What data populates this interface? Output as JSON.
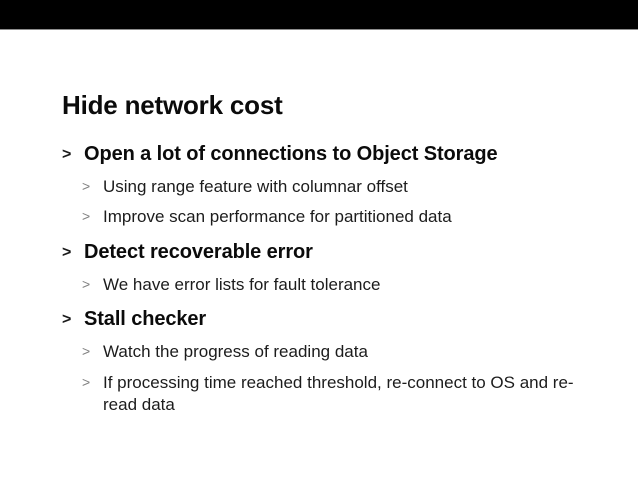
{
  "slide": {
    "title": "Hide network cost",
    "marker_l1": ">",
    "marker_l2": ">",
    "colors": {
      "background": "#ffffff",
      "topbar": "#000000",
      "topbar_rule": "#8d8d8d",
      "text": "#0b0b0b",
      "subtext": "#1c1c1c",
      "submarker": "#808080"
    },
    "bullets": [
      {
        "text": "Open a lot of connections to Object Storage",
        "children": [
          {
            "text": "Using range feature with columnar offset"
          },
          {
            "text": "Improve scan performance for partitioned data"
          }
        ]
      },
      {
        "text": "Detect recoverable error",
        "children": [
          {
            "text": "We have error lists for fault tolerance"
          }
        ]
      },
      {
        "text": "Stall checker",
        "children": [
          {
            "text": "Watch the progress of reading data"
          },
          {
            "text": "If processing time reached threshold, re-connect to OS and re-read data"
          }
        ]
      }
    ]
  }
}
